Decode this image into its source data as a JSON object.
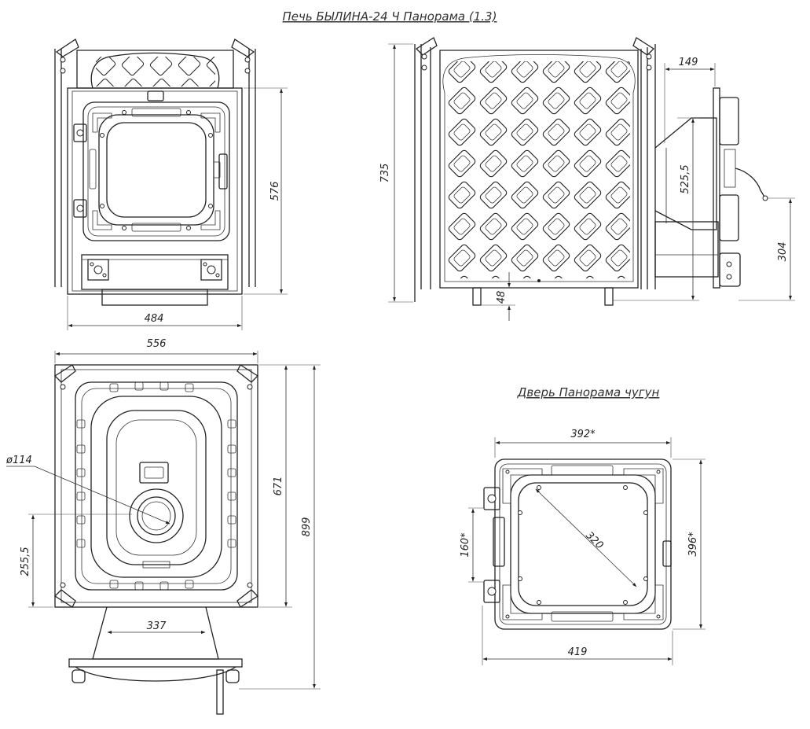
{
  "titles": {
    "stove": "Печь БЫЛИНА-24 Ч Панорама (1.3)",
    "door": "Дверь Панорама чугун"
  },
  "front_view": {
    "height": "576",
    "width": "484"
  },
  "side_view": {
    "total_height": "735",
    "depth": "149",
    "door_height": "525,5",
    "lower_height": "304",
    "leg_height": "48"
  },
  "top_view": {
    "width": "556",
    "outlet_diameter": "ø114",
    "outlet_offset": "255,5",
    "body_depth": "671",
    "overall_depth": "899",
    "base_width": "337"
  },
  "door_view": {
    "width_top": "392*",
    "glass_diagonal": "320",
    "hinge_span": "160*",
    "height": "396*",
    "width_bottom": "419"
  }
}
